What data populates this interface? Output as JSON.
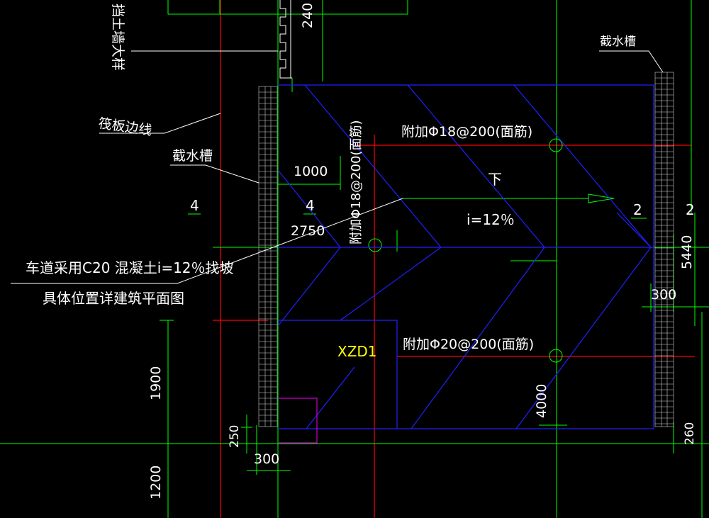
{
  "labels": {
    "raft_edge": "筏板边线",
    "cutoff_trench_right": "截水槽",
    "cutoff_trench_left": "截水槽",
    "ramp_note_line1": "车道采用C20 混凝土i=12％找坡",
    "ramp_note_line2": "具体位置详建筑平面图",
    "top_left_vertical": "挡土墙大样",
    "rebar_top": "附加Φ18@200(面筋)",
    "rebar_bottom": "附加Φ20@200(面筋)",
    "rebar_vertical": "附加Φ18@200(面筋)",
    "slope_down": "下",
    "slope_ratio": "i=12％",
    "member_tag": "XZD1"
  },
  "dimensions": {
    "d1000": "1000",
    "d2750": "2750",
    "d1900": "1900",
    "d1200": "1200",
    "d250": "250",
    "d300_bottom": "300",
    "d300_right": "300",
    "d260": "260",
    "d5440": "5440",
    "d4000": "4000",
    "d240": "240"
  },
  "axis_marks": {
    "left_4": "4",
    "mid_4": "4",
    "right_2a": "2",
    "right_2b": "2"
  },
  "colors": {
    "background": "#000000",
    "text": "#ffffff",
    "dimension": "#00ff00",
    "grid_axis": "#ff0000",
    "outline": "#2020ff",
    "tag": "#ffff00",
    "marker": "#cc00cc",
    "leader": "#ffffff"
  }
}
